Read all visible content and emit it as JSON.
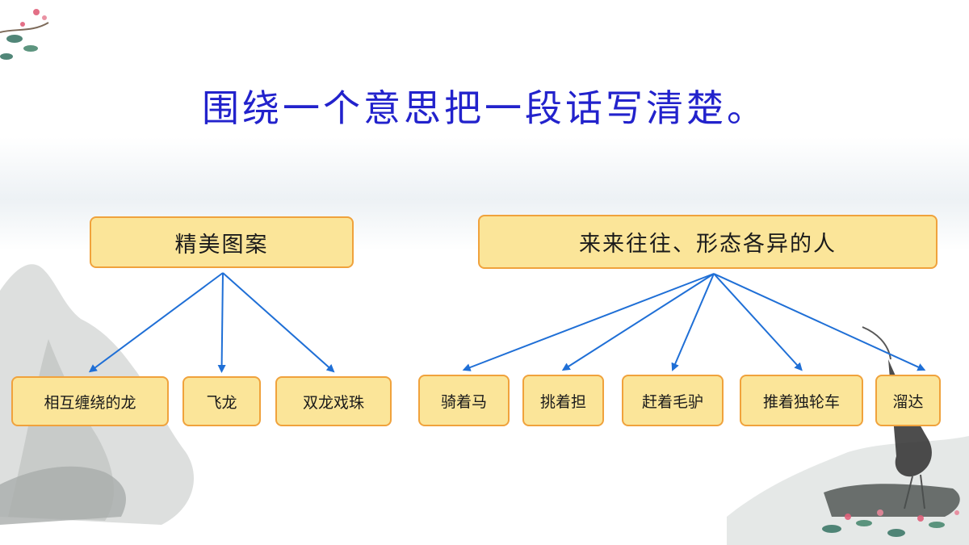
{
  "title": "围绕一个意思把一段话写清楚。",
  "diagram": {
    "groups": [
      {
        "topic": "精美图案",
        "items": [
          "相互缠绕的龙",
          "飞龙",
          "双龙戏珠"
        ]
      },
      {
        "topic": "来来往往、形态各异的人",
        "items": [
          "骑着马",
          "挑着担",
          "赶着毛驴",
          "推着独轮车",
          "溜达"
        ]
      }
    ]
  },
  "colors": {
    "title": "#2222cc",
    "node_fill": "#fbe599",
    "node_border": "#f0a23c",
    "arrow": "#1f6fd6"
  }
}
